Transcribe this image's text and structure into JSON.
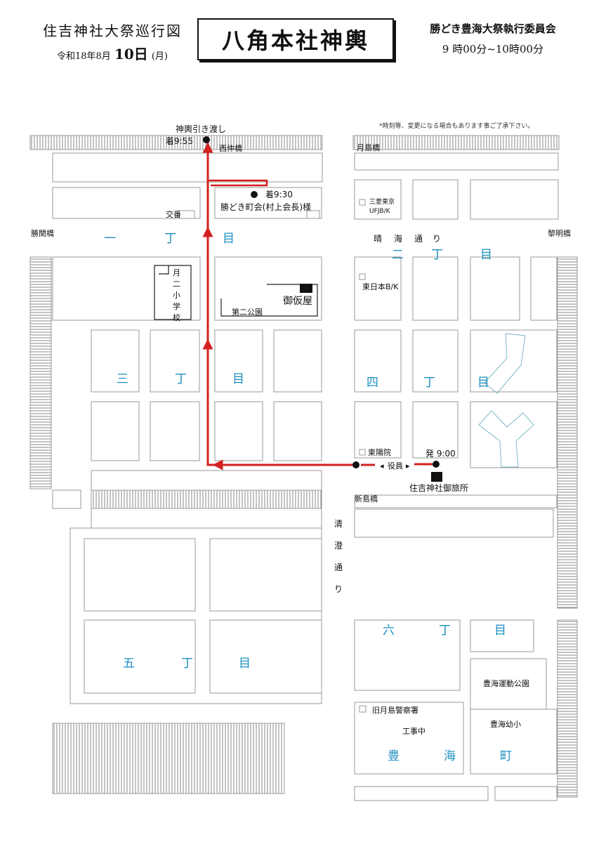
{
  "header": {
    "left_line1": "住吉神社大祭巡行図",
    "left_line2_prefix": "令和18年8月",
    "left_line2_day": "10日",
    "left_line2_weekday": "(月)",
    "title": "八角本社神輿",
    "right_line1": "勝どき豊海大祭執行委員会",
    "right_line2": "9 時00分~10時00分"
  },
  "notice": "*時刻等、変更になる場合もあります事ご了承下さい。",
  "districts": {
    "itchome": [
      "一",
      "丁",
      "目"
    ],
    "nichome": [
      "二",
      "丁",
      "目"
    ],
    "sanchome": [
      "三",
      "丁",
      "目"
    ],
    "yonchome": [
      "四",
      "丁",
      "目"
    ],
    "gochome": [
      "五",
      "丁",
      "目"
    ],
    "rokuchome": [
      "六",
      "丁",
      "目"
    ],
    "toyomi": [
      "豊",
      "海",
      "町"
    ]
  },
  "streets": {
    "harumi": [
      "晴",
      "海",
      "通",
      "り"
    ],
    "kiyosumi": [
      "清",
      "澄",
      "通",
      "り"
    ]
  },
  "places": {
    "nishinaka_bridge": "西仲橋",
    "tsukishima_bridge": "月島橋",
    "kachidoki_bridge": "勝関橋",
    "reimei_bridge": "黎明橋",
    "shinshima_bridge": "新島橋",
    "koban": "交番",
    "mufg_line1": "三菱東京",
    "mufg_line2": "UFJB/K",
    "higashinihon_bank": "東日本B/K",
    "tsukini_school": [
      "月",
      "二",
      "小",
      "学",
      "校"
    ],
    "dai2_park": "第二公園",
    "okariya": "御仮屋",
    "toyoin": "東陽院",
    "yakuin": "役員",
    "otabisho": "住吉神社御旅所",
    "old_police": "旧月島警察署",
    "under_construction": "工事中",
    "toyomi_park": "豊海運動公園",
    "toyomi_kindergarten": "豊海幼小"
  },
  "route": {
    "color": "#d42020",
    "handover_label": "神輿引き渡し",
    "handover_time": "着9:55",
    "stop_time": "着9:30",
    "stop_label": "勝どき町会(村上会長)様",
    "start_time": "発 9:00"
  }
}
